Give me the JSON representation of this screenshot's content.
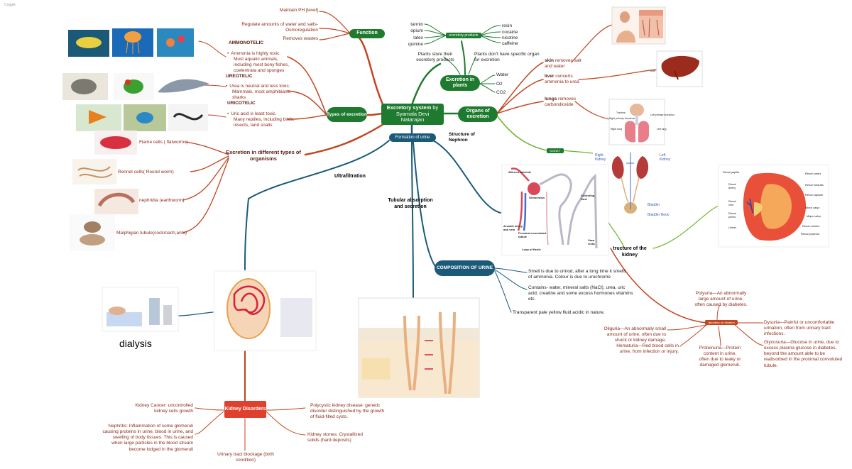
{
  "watermark": "Coggle",
  "center": {
    "line1": "Excretory system",
    "line2": "by",
    "line3": "Syamala Devi",
    "line4": "Natarajan"
  },
  "nodes": {
    "function": "Function",
    "types": "Types of excretion",
    "excretion_plants": "Excretion in plants",
    "organs": "Organs of excretion",
    "formation": "Formation of urine",
    "structure_nephron": "Structure of Nephron",
    "ultrafiltration": "Ultrafiltration",
    "tubular": "Tubular absorption and secretion",
    "composition": "COMPOSITION OF URINE",
    "kidney_disorders": "Kidney Disorders",
    "excretion_organisms": "Excretion in different types of organisms",
    "structure_kidney": "tructure of the kidney",
    "dialysis": "dialysis",
    "excretory_products": "excretory products",
    "kidney_small": "KIDNEY",
    "disorders_urination": "disorders of urination"
  },
  "function_items": [
    "Maintain PH [level]",
    "Regulate amounts of water and salts- Osmoregulation",
    "Removes wastes"
  ],
  "types": {
    "ammonotelic": {
      "head": "AMMONOTELIC",
      "text": [
        "Ammonia is highly toxic.",
        "Most aquatic animals,",
        "including most bony fishes,",
        "coelentrata and sponges"
      ]
    },
    "ureotelic": {
      "head": "UREOTELIC",
      "text": [
        "Urea is neutral and less toxic.",
        "Mammals, most amphibians,",
        "sharks"
      ]
    },
    "uricotelic": {
      "head": "URICOTELIC",
      "text": [
        "Uric acid is least toxic.",
        "Many reptiles, including birds,",
        "insects, land snails"
      ]
    }
  },
  "organisms": [
    "Flame cells ( flatworms)",
    "Rennet cells( Round worm)",
    "nephridia (earthworm)",
    "Malphigian tubule(cockroach,ants)"
  ],
  "plants_left": [
    "tannin",
    "opium",
    "latex",
    "quinine"
  ],
  "plants_right": [
    "resin",
    "cocaine",
    "nicotine",
    "caffeine"
  ],
  "plants_store": "Plants store their excretory products",
  "plants_no_organ": "Plants don't have specific organ for excretion",
  "plants_gases": [
    "Water",
    "O2",
    "CO2"
  ],
  "organs_items": {
    "skin": {
      "bold": "skin",
      "rest": "removes salt and water"
    },
    "liver": {
      "bold": "liver",
      "rest": "converts ammonia to urea"
    },
    "lungs": {
      "bold": "lungs",
      "rest": "removes carbondioxide"
    }
  },
  "liver_label": "Liver",
  "lungs_labels": [
    "Trachea",
    "Right primary bronchus",
    "Right lung",
    "Left primary bronchus",
    "Left lung"
  ],
  "kidney_labels": [
    "Right Kidney",
    "Left Kidney",
    "Bladder",
    "Bladder Neck"
  ],
  "kidney_section_labels": [
    "Renal papilla",
    "Renal artery",
    "Renal vein",
    "Renal pelvis",
    "Ureter",
    "Renal cortex",
    "Renal medulla",
    "Renal capsule",
    "Minor calyx",
    "Major calyx",
    "Renal column",
    "Renal pyramid"
  ],
  "nephron_labels": [
    "Afferent arteriole",
    "Glomerulus",
    "Collecting Duct",
    "Arcuate artery and vein",
    "Proximal convoluted tubule",
    "Loop of Henle",
    "Vasa recta"
  ],
  "composition_items": [
    "Smell is due to urinod, after a long time it smells of ammonia. Colour is due to urochrome",
    "Contains- water, mineral salts (NaCl), urea, uric acid, creatine and some excess hormones vitamins etc.",
    "Transparent pale yellow fluid acidic in nature."
  ],
  "urination_disorders": {
    "polyuria": "Polyuria—An abnormally large amount of urine, often caused by diabetes.",
    "oliguria": "Oliguria—An abnormally small amount of urine, often due to shock or kidney damage.",
    "hematuria": "Hematuria—Red blood cells in urine, from infection or injury.",
    "proteinuria": "Proteinuria—Protein content in urine, often due to leaky or damaged glomeruli.",
    "dysuria": "Dysuria—Painful or uncomfortable urination, often from urinary tract infections.",
    "glycosuria": "Glycosuria—Glucose in urine, due to excess plasma glucose in diabetes, beyond the amount able to be reabsorbed in the proximal convoluted tubule."
  },
  "kidney_disorders_items": {
    "cancer": "Kidney Cancer: uncontrolled kidney cells growth",
    "nephritis": "Nephritis: Inflammation of some glomeruli causing proteins in urine, blood in urine, and swelling of body tissues. This is caused when large particles in the blood stream become lodged in the glomeruli",
    "polycystic": "Polycystic kidney disease: genetic disorder distinguished by the growth of fluid-filled cysts.",
    "stones": "Kidney stones: Crystallized solids (hard deposits)",
    "uti": "Urinary tract blockage (birth condition)"
  },
  "colors": {
    "green": "#1e7a2e",
    "teal": "#1a5a78",
    "red": "#e0412e",
    "brown_line": "#c2451f",
    "text_brown": "#8a2b1b",
    "lime": "#6bb52a"
  }
}
